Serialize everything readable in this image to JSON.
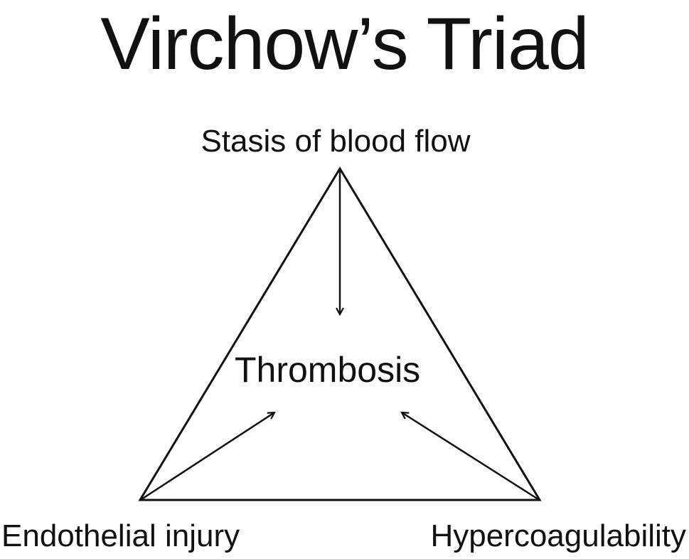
{
  "title": "Virchow’s Triad",
  "vertices": {
    "top": "Stasis of blood flow",
    "left": "Endothelial injury",
    "right": "Hypercoagulability"
  },
  "center": "Thrombosis",
  "colors": {
    "ink": "#111111",
    "background": "#ffffff"
  }
}
